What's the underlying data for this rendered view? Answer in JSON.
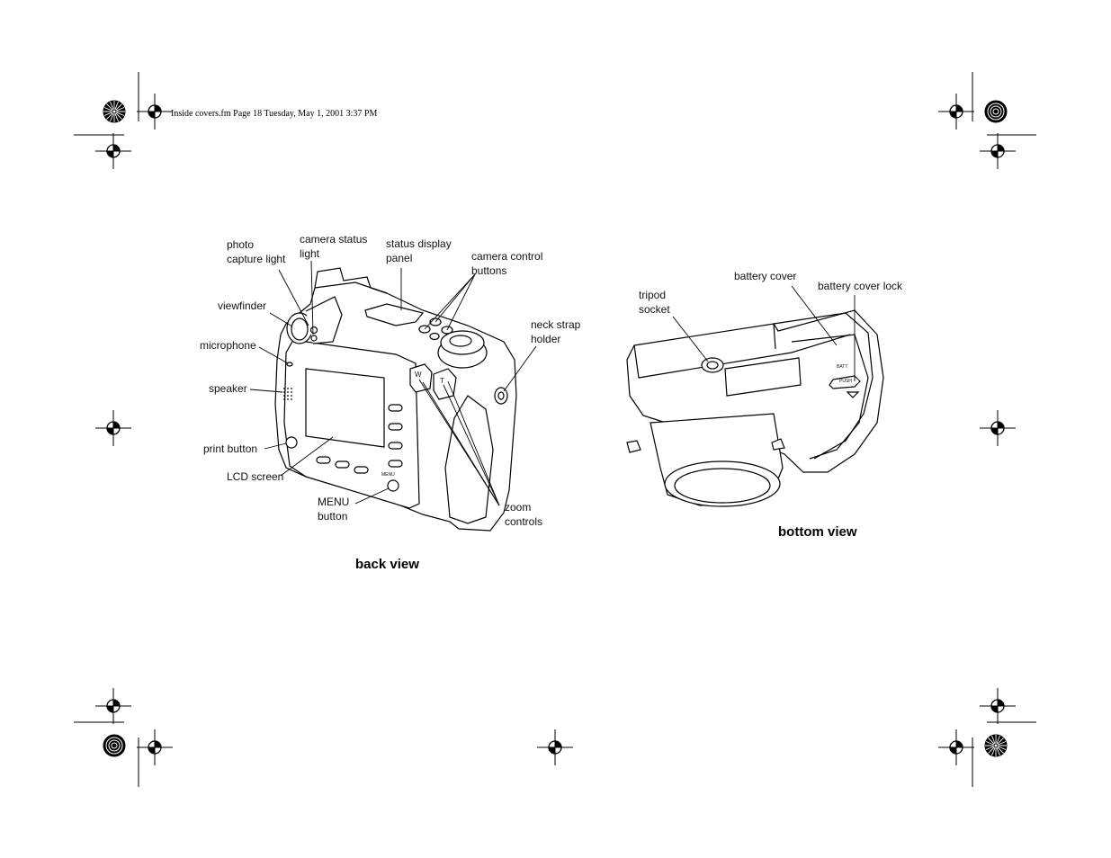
{
  "header": {
    "text": "Inside covers.fm  Page 18  Tuesday, May 1, 2001  3:37 PM"
  },
  "back_view": {
    "caption": "back view",
    "labels": {
      "photo_capture_light": "photo\ncapture light",
      "camera_status_light": "camera status\nlight",
      "status_display_panel": "status display\npanel",
      "camera_control_buttons": "camera control\nbuttons",
      "viewfinder": "viewfinder",
      "microphone": "microphone",
      "speaker": "speaker",
      "neck_strap_holder": "neck strap\nholder",
      "print_button": "print button",
      "lcd_screen": "LCD screen",
      "menu_button": "MENU\nbutton",
      "zoom_controls": "zoom\ncontrols"
    },
    "button_markings": {
      "wide": "W",
      "tele": "T",
      "menu": "MENU"
    }
  },
  "bottom_view": {
    "caption": "bottom view",
    "labels": {
      "tripod_socket": "tripod\nsocket",
      "battery_cover": "battery cover",
      "battery_cover_lock": "battery cover lock"
    },
    "lock_markings": {
      "batt": "BATT",
      "push": "PUSH"
    }
  }
}
